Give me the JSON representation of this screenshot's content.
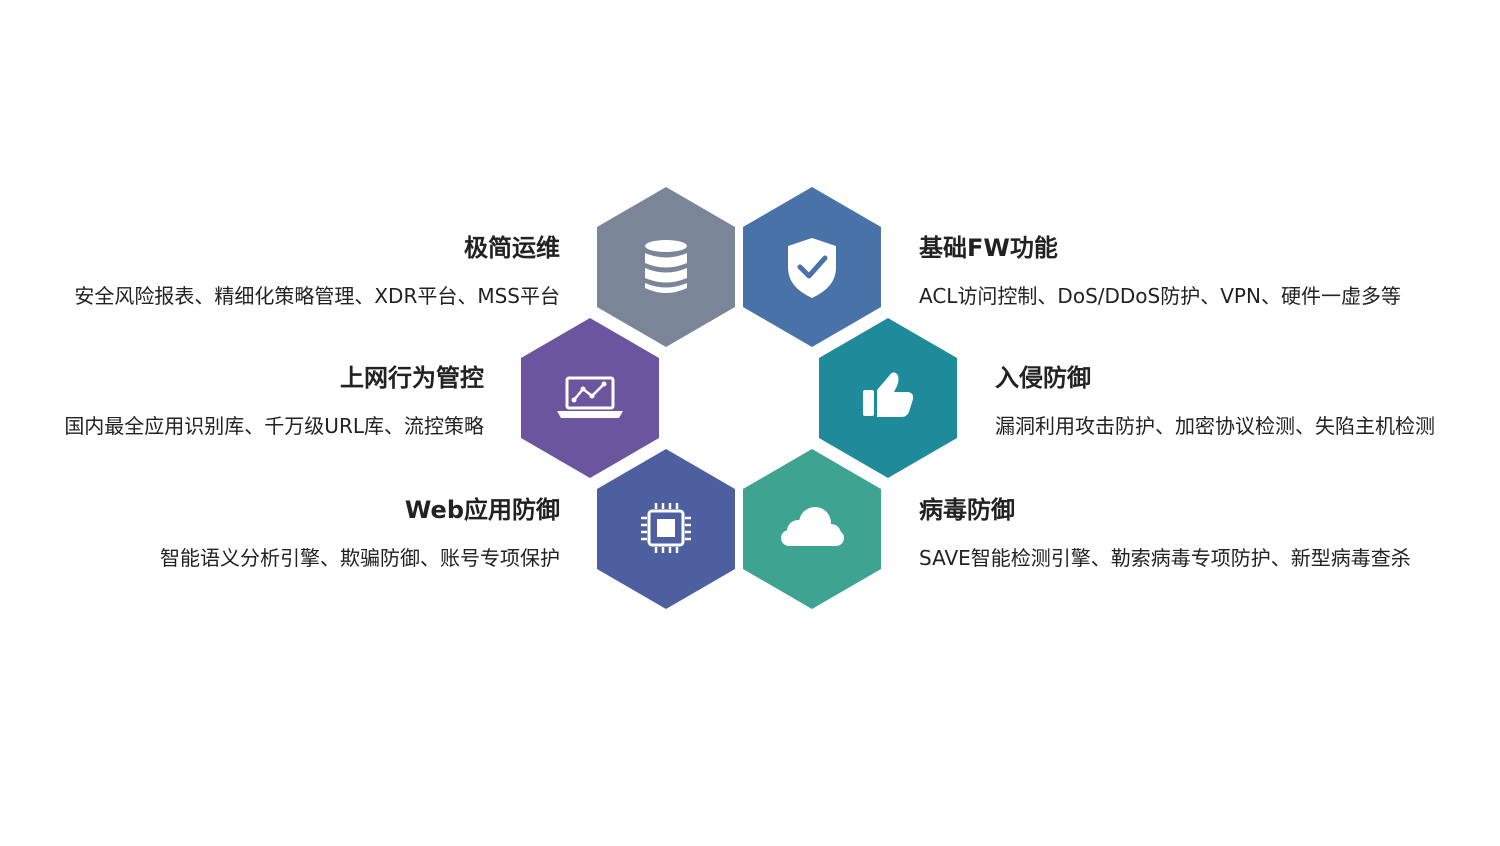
{
  "features": [
    {
      "id": "ops",
      "title": "极简运维",
      "desc": "安全风险报表、精细化策略管理、XDR平台、MSS平台",
      "icon": "database-icon",
      "color": "#7a8698"
    },
    {
      "id": "fw",
      "title": "基础FW功能",
      "desc": "ACL访问控制、DoS/DDoS防护、VPN、硬件一虚多等",
      "icon": "shield-check-icon",
      "color": "#4872a8"
    },
    {
      "id": "internet",
      "title": "上网行为管控",
      "desc": "国内最全应用识别库、千万级URL库、流控策略",
      "icon": "laptop-chart-icon",
      "color": "#6a559e"
    },
    {
      "id": "intrusion",
      "title": "入侵防御",
      "desc": "漏洞利用攻击防护、加密协议检测、失陷主机检测",
      "icon": "thumbs-up-icon",
      "color": "#1f8a9a"
    },
    {
      "id": "web",
      "title": "Web应用防御",
      "desc": "智能语义分析引擎、欺骗防御、账号专项保护",
      "icon": "chip-icon",
      "color": "#4d5f9f"
    },
    {
      "id": "virus",
      "title": "病毒防御",
      "desc": "SAVE智能检测引擎、勒索病毒专项防护、新型病毒查杀",
      "icon": "cloud-icon",
      "color": "#3fa392"
    }
  ]
}
